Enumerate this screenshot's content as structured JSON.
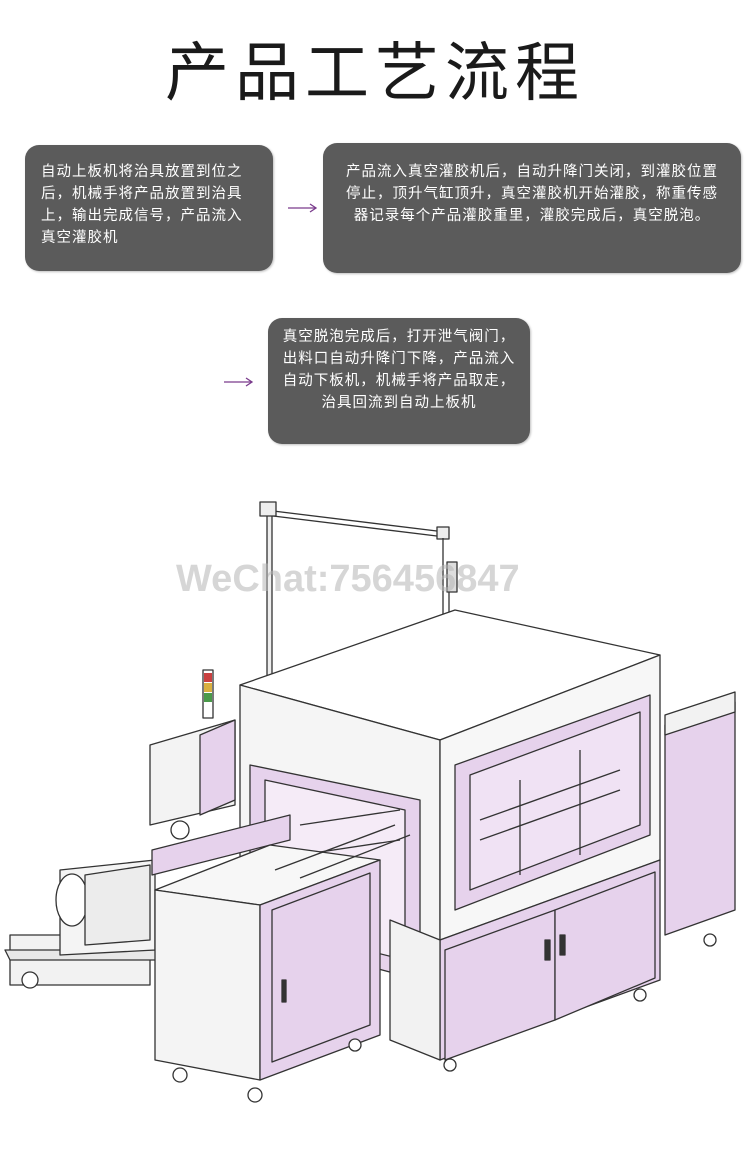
{
  "title": "产品工艺流程",
  "steps": [
    {
      "text": "自动上板机将治具放置到位之后，机械手将产品放置到治具上，输出完成信号，产品流入真空灌胶机"
    },
    {
      "text": "产品流入真空灌胶机后，自动升降门关闭，到灌胶位置停止，顶升气缸顶升，真空灌胶机开始灌胶，称重传感器记录每个产品灌胶重里，灌胶完成后，真空脱泡。"
    },
    {
      "text": "真空脱泡完成后，打开泄气阀门，出料口自动升降门下降，产品流入自动下板机，机械手将产品取走，治具回流到自动上板机"
    }
  ],
  "watermark": "WeChat:756456847",
  "colors": {
    "box_bg": "#5b5b5b",
    "arrow": "#7a3b8c",
    "panel": "#e6d2ec",
    "frame": "#d9d9d9",
    "line": "#333333"
  }
}
